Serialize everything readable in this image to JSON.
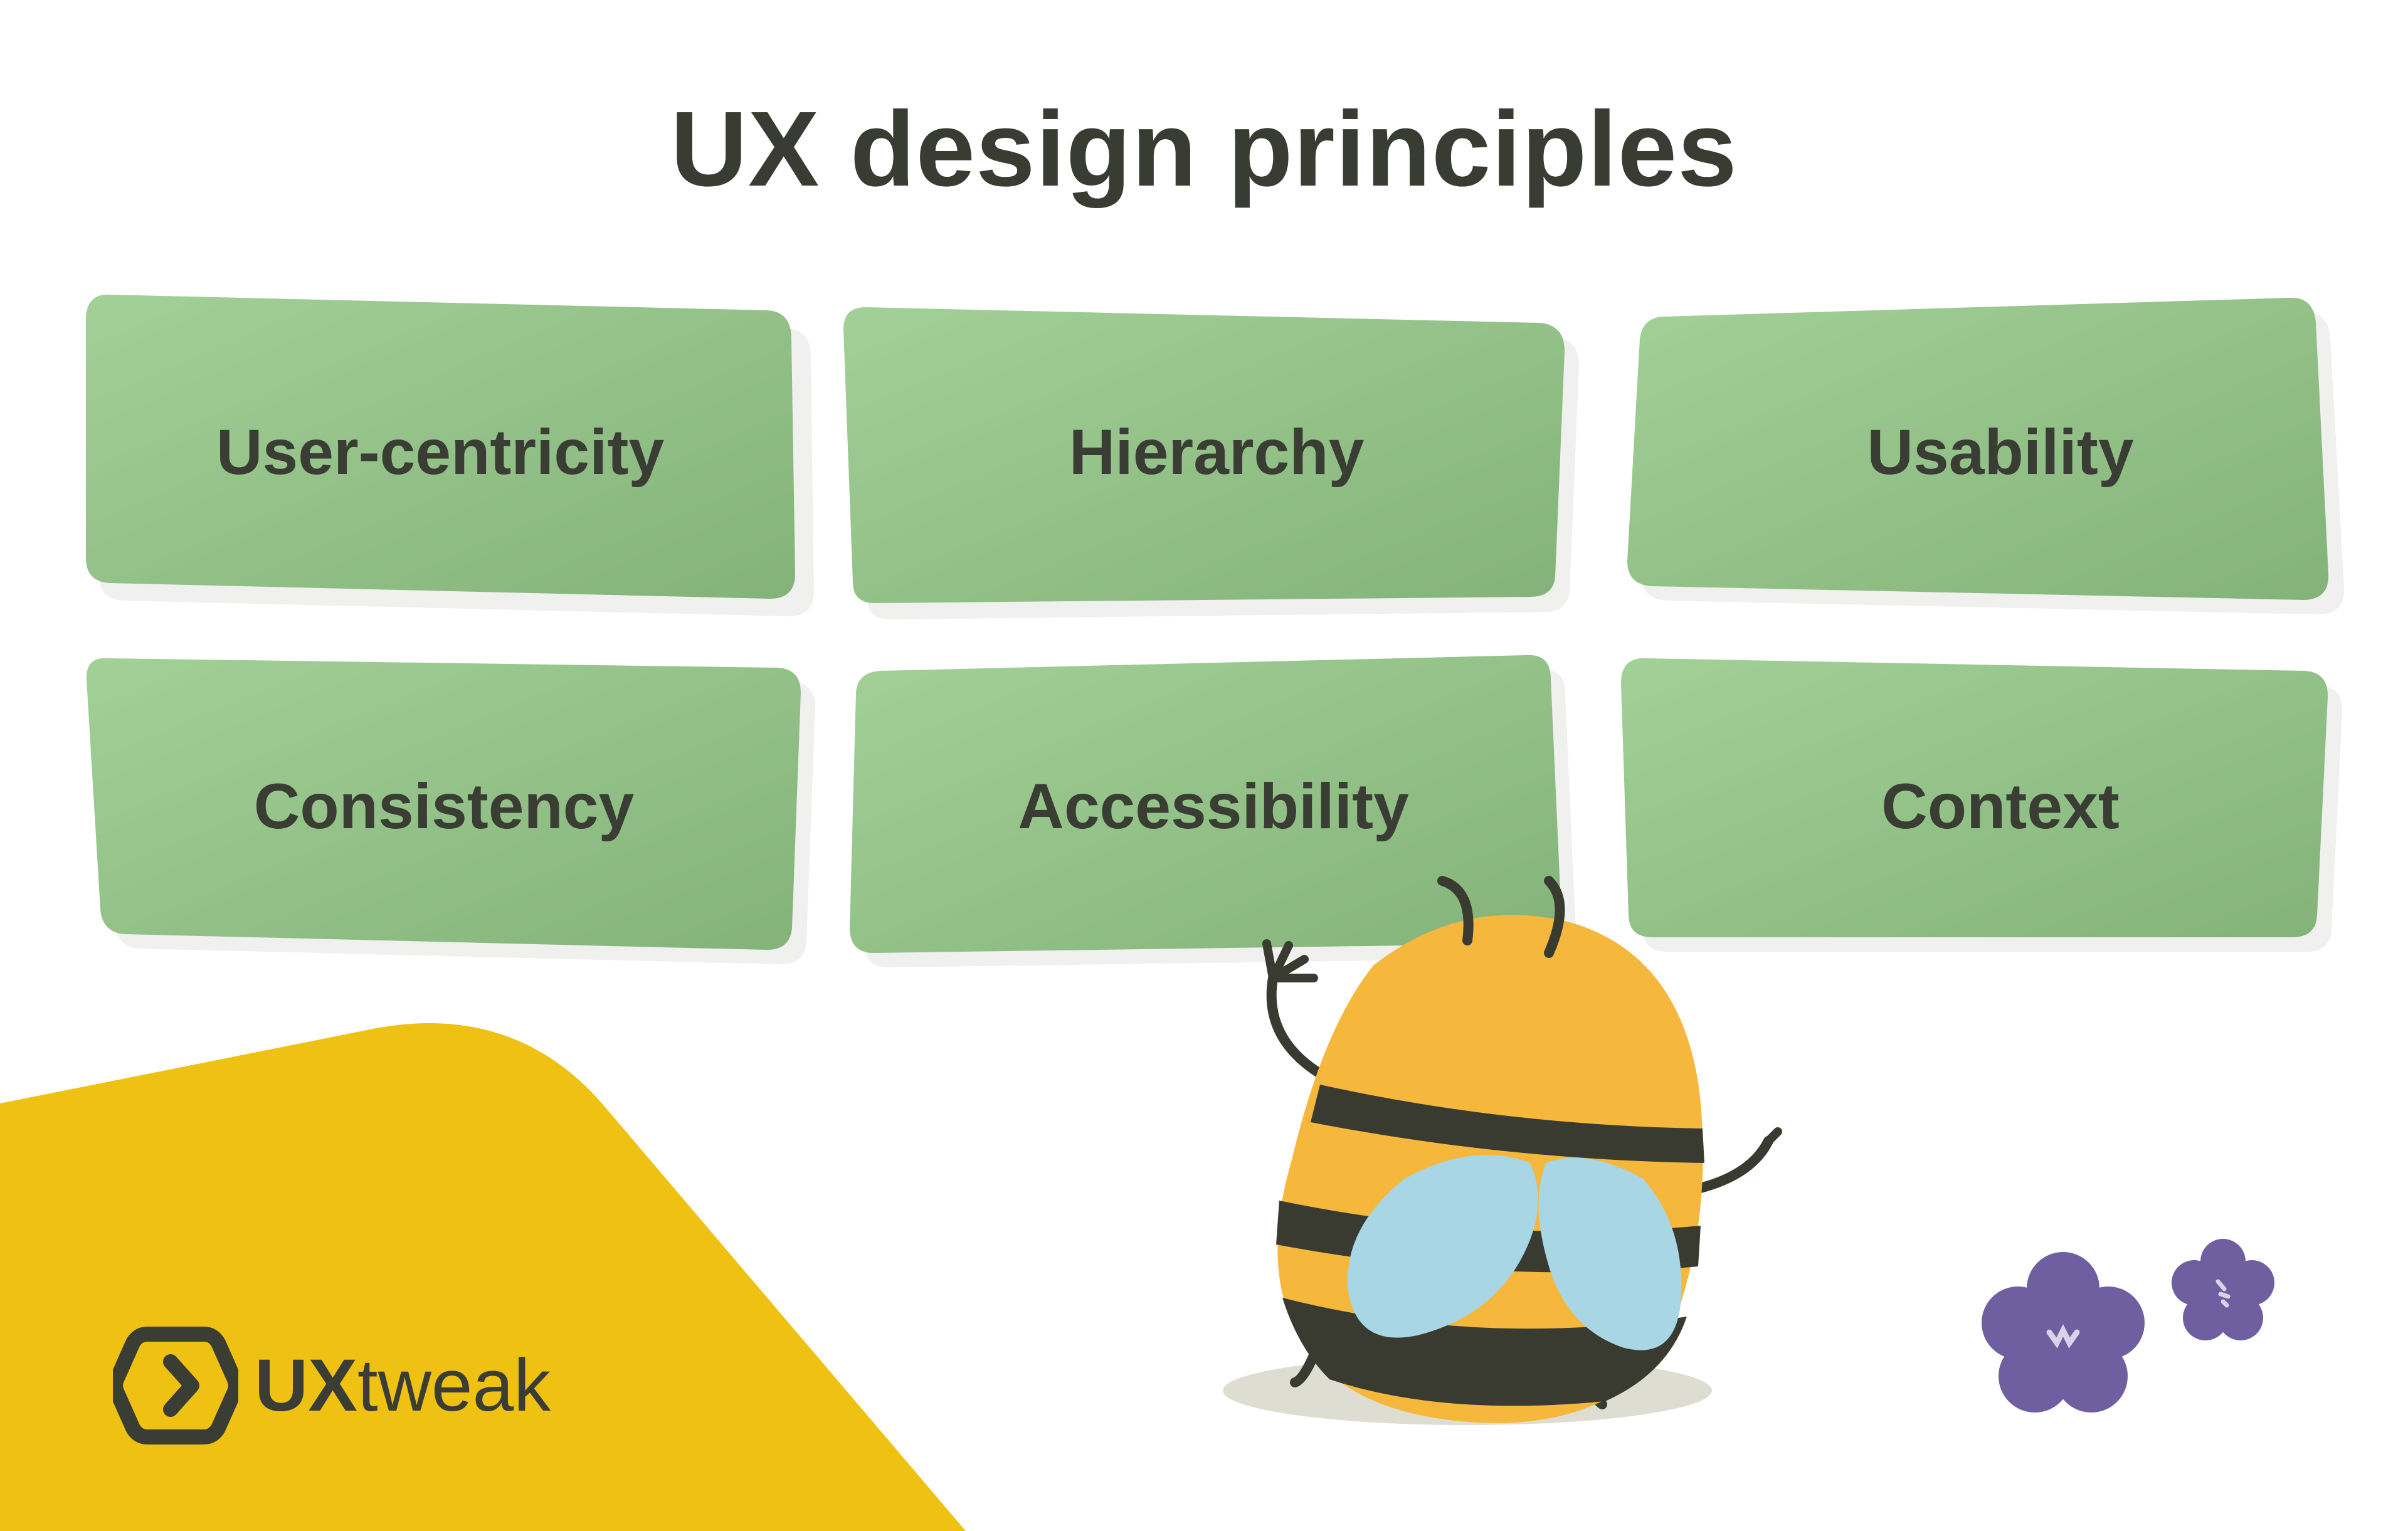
{
  "title": "UX design principles",
  "principles": [
    "User-centricity",
    "Hierarchy",
    "Usability",
    "Consistency",
    "Accessibility",
    "Context"
  ],
  "brand": {
    "name_bold": "UX",
    "name_light": "tweak"
  },
  "colors": {
    "card_green_light": "#a0cd94",
    "card_green_dark": "#86b57c",
    "accent_yellow": "#eec112",
    "text_dark": "#383c32",
    "bee_orange": "#f5b83d",
    "bee_stripe": "#3a3b30",
    "wing_blue": "#a8d6e4",
    "flower_purple": "#6f5fa0"
  }
}
